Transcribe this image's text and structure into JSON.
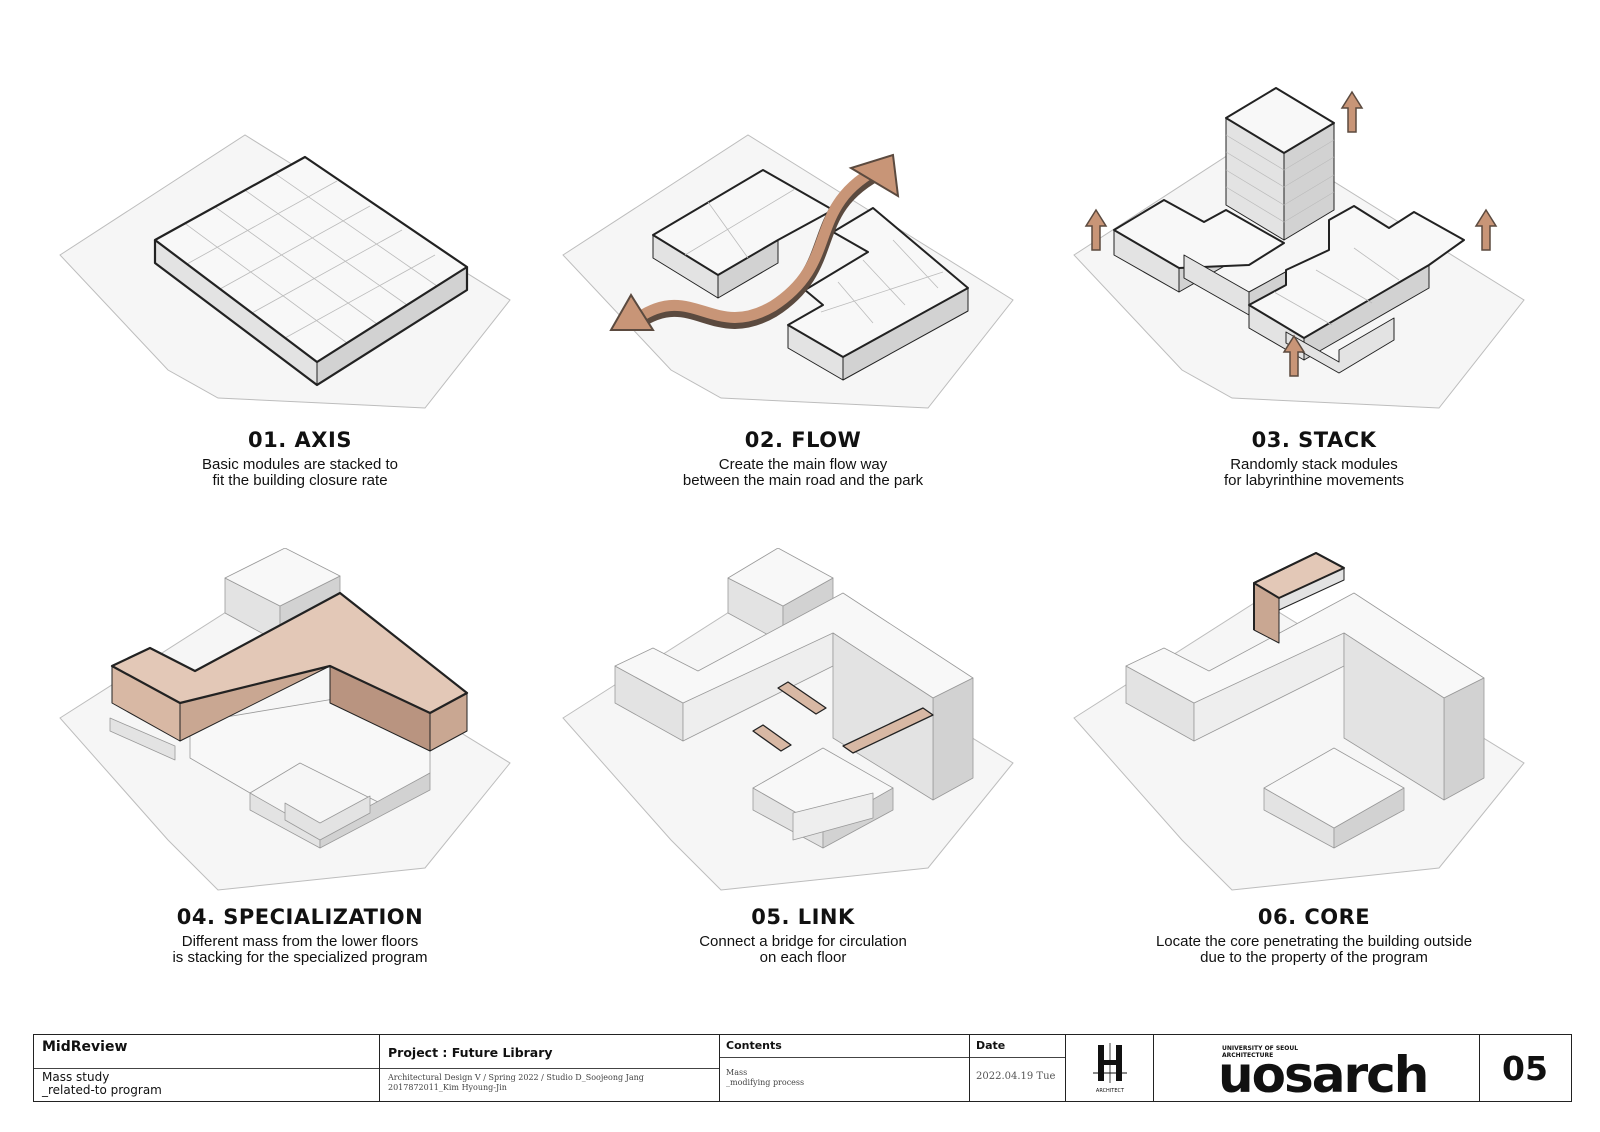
{
  "colors": {
    "accent": "#d8b8a4",
    "accent_dark": "#b99480",
    "arrow": "#c89577",
    "module_top": "#f8f8f8",
    "module_left": "#e3e3e3",
    "module_right": "#d2d2d2",
    "site": "#f6f6f6"
  },
  "panels": [
    {
      "title": "01. AXIS",
      "line1": "Basic modules are stacked to",
      "line2": "fit the building closure rate"
    },
    {
      "title": "02. FLOW",
      "line1": "Create the main flow way",
      "line2": "between the main road and the park"
    },
    {
      "title": "03. STACK",
      "line1": "Randomly stack modules",
      "line2": "for labyrinthine movements"
    },
    {
      "title": "04. SPECIALIZATION",
      "line1": "Different mass from the lower floors",
      "line2": "is stacking for the specialized program"
    },
    {
      "title": "05. LINK",
      "line1": "Connect a bridge for circulation",
      "line2": "on each floor"
    },
    {
      "title": "06. CORE",
      "line1": "Locate the core penetrating the building outside",
      "line2": "due to the property of the program"
    }
  ],
  "titleblock": {
    "review": "MidReview",
    "subject_line1": "Mass study",
    "subject_line2": "_related-to program",
    "project": "Project : Future Library",
    "course": "Architectural Design V  /  Spring 2022  /  Studio D_Soojeong Jang",
    "student": "2017872011_Kim Hyoung-Jin",
    "contents_label": "Contents",
    "contents_line1": "Mass",
    "contents_line2": "_modifying process",
    "date_label": "Date",
    "date_value": "2022.04.19 Tue",
    "logo_caption": "ARCHITECT",
    "univ_line1": "UNIVERSITY OF SEOUL",
    "univ_line2": "ARCHITECTURE",
    "brand": "uosarch",
    "page_number": "05"
  }
}
